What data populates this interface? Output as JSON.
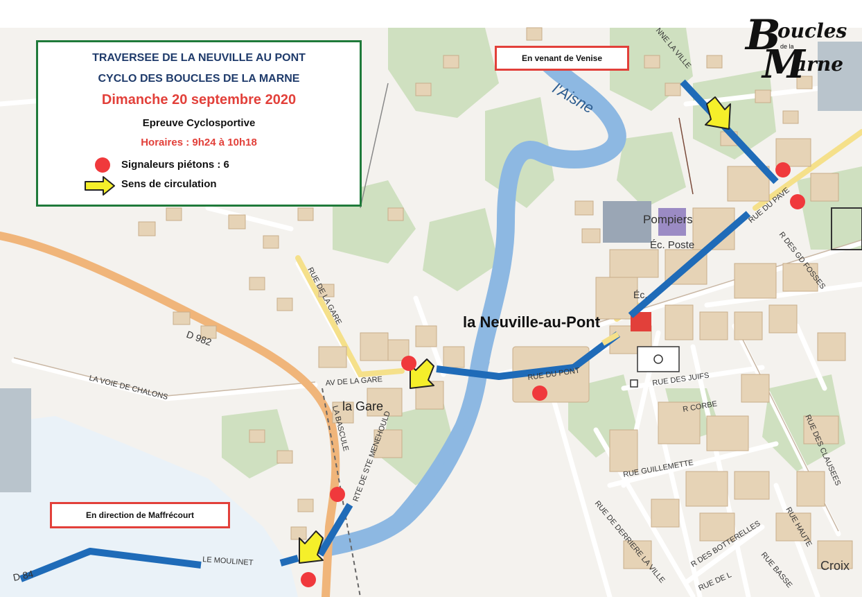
{
  "legend": {
    "title_line1": "TRAVERSEE DE LA NEUVILLE AU PONT",
    "title_line2": "CYCLO DES BOUCLES DE LA MARNE",
    "date": "Dimanche 20 septembre 2020",
    "event_type": "Epreuve Cyclosportive",
    "hours": "Horaires : 9h24 à 10h18",
    "marshals": "Signaleurs piétons : 6",
    "direction": "Sens de circulation"
  },
  "callouts": {
    "from_venise": "En venant de Venise",
    "to_maffrecourt": "En direction de Maffrécourt"
  },
  "logo": {
    "letter1": "B",
    "word1": "oucles",
    "small": "de la",
    "letter2": "M",
    "word2": "arne"
  },
  "labels": {
    "town": "la Neuville-au-Pont",
    "river": "l'Aisne",
    "gare": "la Gare",
    "pompiers": "Pompiers",
    "ec_poste": "Éc. Poste",
    "ec": "Éc.",
    "croix": "Croix",
    "d982": "D 982",
    "d84": "D 84",
    "rue_de_la_gare": "RUE DE LA GARE",
    "av_de_la_gare": "AV DE LA GARE",
    "voie_de_chalons": "LA VOIE DE CHALONS",
    "la_bascule": "LA BASCULE",
    "rte_ste_menehould": "RTE DE STE MENEHOULD",
    "rue_du_pont": "RUE DU PONT",
    "rue_du_pave": "RUE DU PAVE",
    "r_gd_fosses": "R DES GD FOSSES",
    "rue_des_juifs": "RUE DES JUIFS",
    "r_corbe": "R CORBE",
    "rue_guillemette": "RUE GUILLEMETTE",
    "rue_des_clausees": "RUE DES CLAUSEES",
    "rue_haute": "RUE HAUTE",
    "r_des_botterelles": "R DES BOTTERELLES",
    "rue_derriere_la_ville": "RUE DE DERRIERE LA VILLE",
    "rue_basse": "RUE BASSE",
    "rue_de_l": "RUE DE L",
    "le_moulinet": "LE MOULINET",
    "nne_la_ville": "NNE LA VILLE"
  },
  "colors": {
    "route": "#1f6bb8",
    "marshal": "#f0393c",
    "arrow": "#f5ef2a",
    "river": "#8db8e2",
    "legend_border": "#1f7a3a",
    "callout_border": "#e2403a"
  }
}
